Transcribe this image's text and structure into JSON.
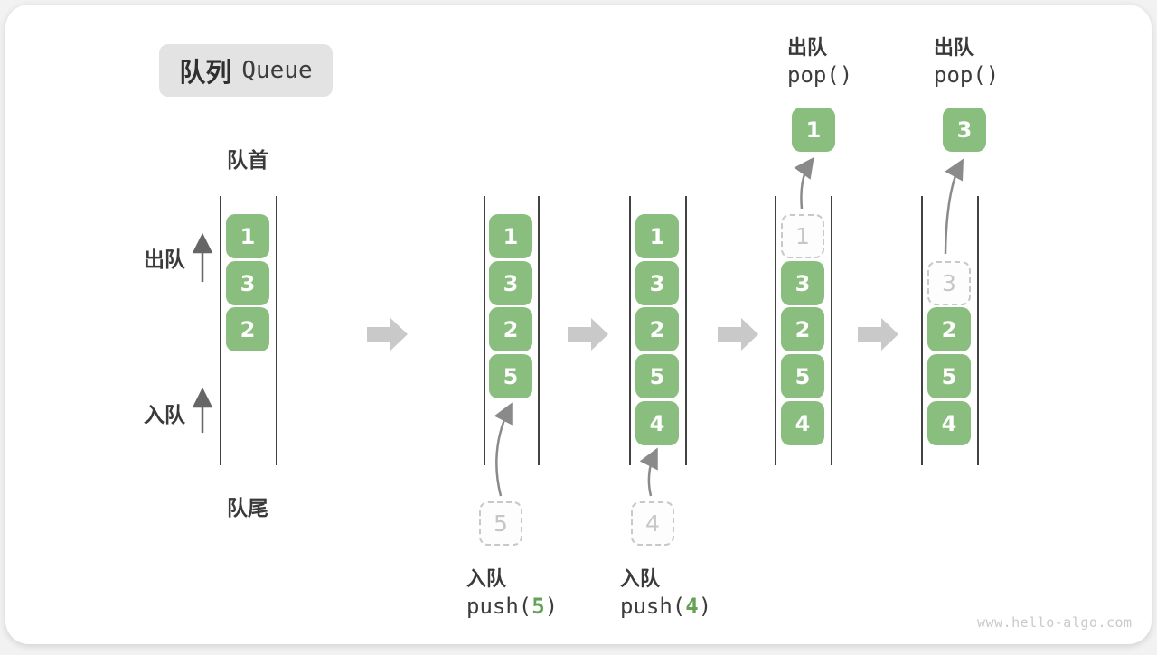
{
  "title": {
    "zh": "队列",
    "en": "Queue"
  },
  "side_labels": {
    "front": "队首",
    "rear": "队尾",
    "dequeue": "出队",
    "enqueue": "入队"
  },
  "watermark": "www.hello-algo.com",
  "colors": {
    "box_green": "#8abe7e",
    "code_arg_green": "#64a356",
    "dashed_gray": "#c8c8c8",
    "block_arrow_gray": "#c9c9c9",
    "curved_arrow_gray": "#8a8a8a",
    "side_arrow_gray": "#666666",
    "channel_line": "#424242",
    "text_dark": "#3a3a3a",
    "title_badge_bg": "#e3e3e3",
    "watermark_gray": "#c9c9c9"
  },
  "states": [
    {
      "name": "initial",
      "slots": [
        {
          "value": "1"
        },
        {
          "value": "3"
        },
        {
          "value": "2"
        }
      ]
    },
    {
      "name": "after-push-5",
      "slots": [
        {
          "value": "1"
        },
        {
          "value": "3"
        },
        {
          "value": "2"
        },
        {
          "value": "5"
        }
      ],
      "enqueue": {
        "pending_value": "5",
        "label": "入队",
        "code_prefix": "push(",
        "code_arg": "5",
        "code_suffix": ")"
      }
    },
    {
      "name": "after-push-4",
      "slots": [
        {
          "value": "1"
        },
        {
          "value": "3"
        },
        {
          "value": "2"
        },
        {
          "value": "5"
        },
        {
          "value": "4"
        }
      ],
      "enqueue": {
        "pending_value": "4",
        "label": "入队",
        "code_prefix": "push(",
        "code_arg": "4",
        "code_suffix": ")"
      }
    },
    {
      "name": "after-pop-1",
      "slots": [
        {
          "value": "1",
          "dashed": true
        },
        {
          "value": "3"
        },
        {
          "value": "2"
        },
        {
          "value": "5"
        },
        {
          "value": "4"
        }
      ],
      "dequeue": {
        "popped_value": "1",
        "label": "出队",
        "code": "pop()"
      }
    },
    {
      "name": "after-pop-3",
      "slots": [
        null,
        {
          "value": "3",
          "dashed": true
        },
        {
          "value": "2"
        },
        {
          "value": "5"
        },
        {
          "value": "4"
        }
      ],
      "dequeue": {
        "popped_value": "3",
        "label": "出队",
        "code": "pop()"
      }
    }
  ]
}
